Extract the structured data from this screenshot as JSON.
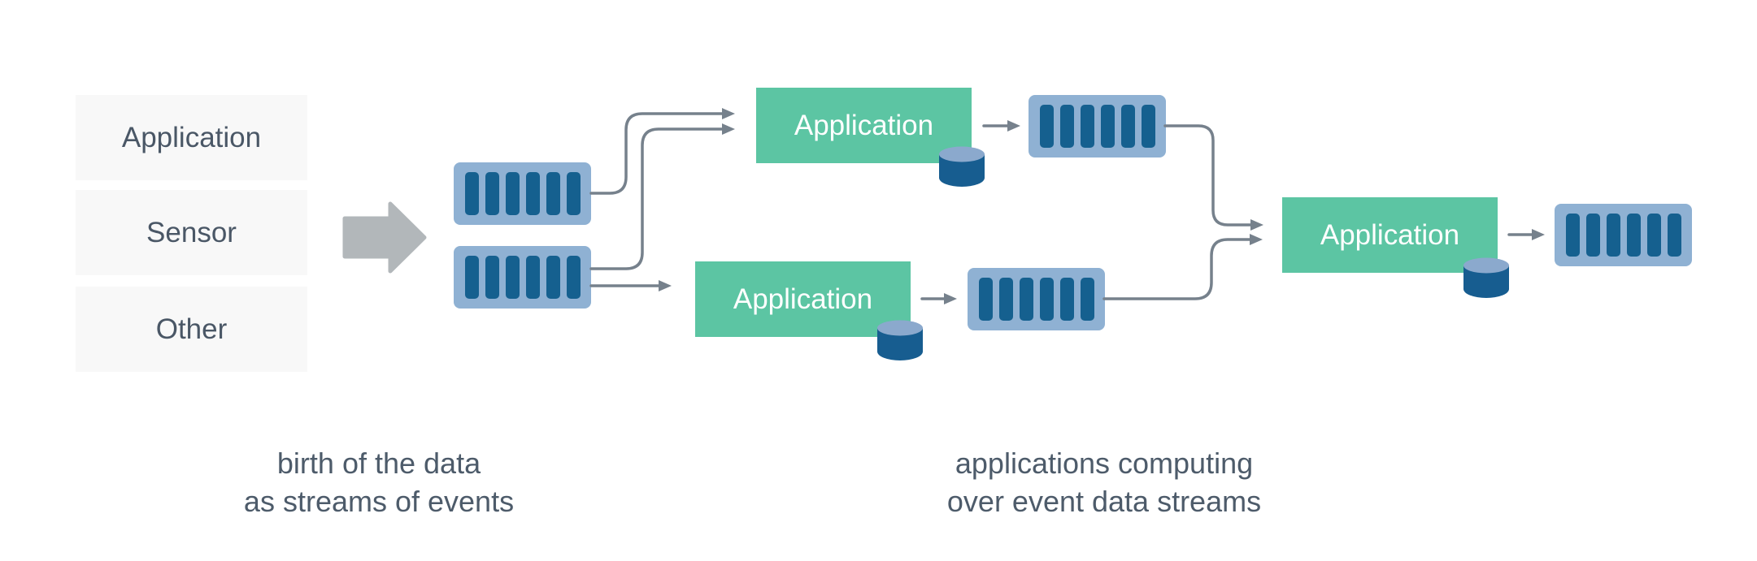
{
  "sources": [
    {
      "label": "Application"
    },
    {
      "label": "Sensor"
    },
    {
      "label": "Other"
    }
  ],
  "apps": [
    {
      "label": "Application"
    },
    {
      "label": "Application"
    },
    {
      "label": "Application"
    }
  ],
  "captions": [
    {
      "lines": [
        "birth of the data",
        "as streams of events"
      ]
    },
    {
      "lines": [
        "applications computing",
        "over event data streams"
      ]
    }
  ],
  "icons": {
    "stream": "event-stream-icon",
    "database": "database-cylinder-icon",
    "flow_arrow": "flow-arrow-icon"
  },
  "stream_bar_count": 6,
  "colors": {
    "app_box": "#5cc5a3",
    "app_text": "#ffffff",
    "stream_light": "#8fb1d3",
    "stream_dark": "#15608f",
    "big_arrow": "#b2b7ba",
    "connector": "#76818c",
    "source_box_bg": "#f8f8f8",
    "source_text": "#4a5766",
    "caption_text": "#4d5b6a",
    "cylinder_top": "#8ba9cd",
    "cylinder_body": "#175d90",
    "background": "#ffffff"
  }
}
